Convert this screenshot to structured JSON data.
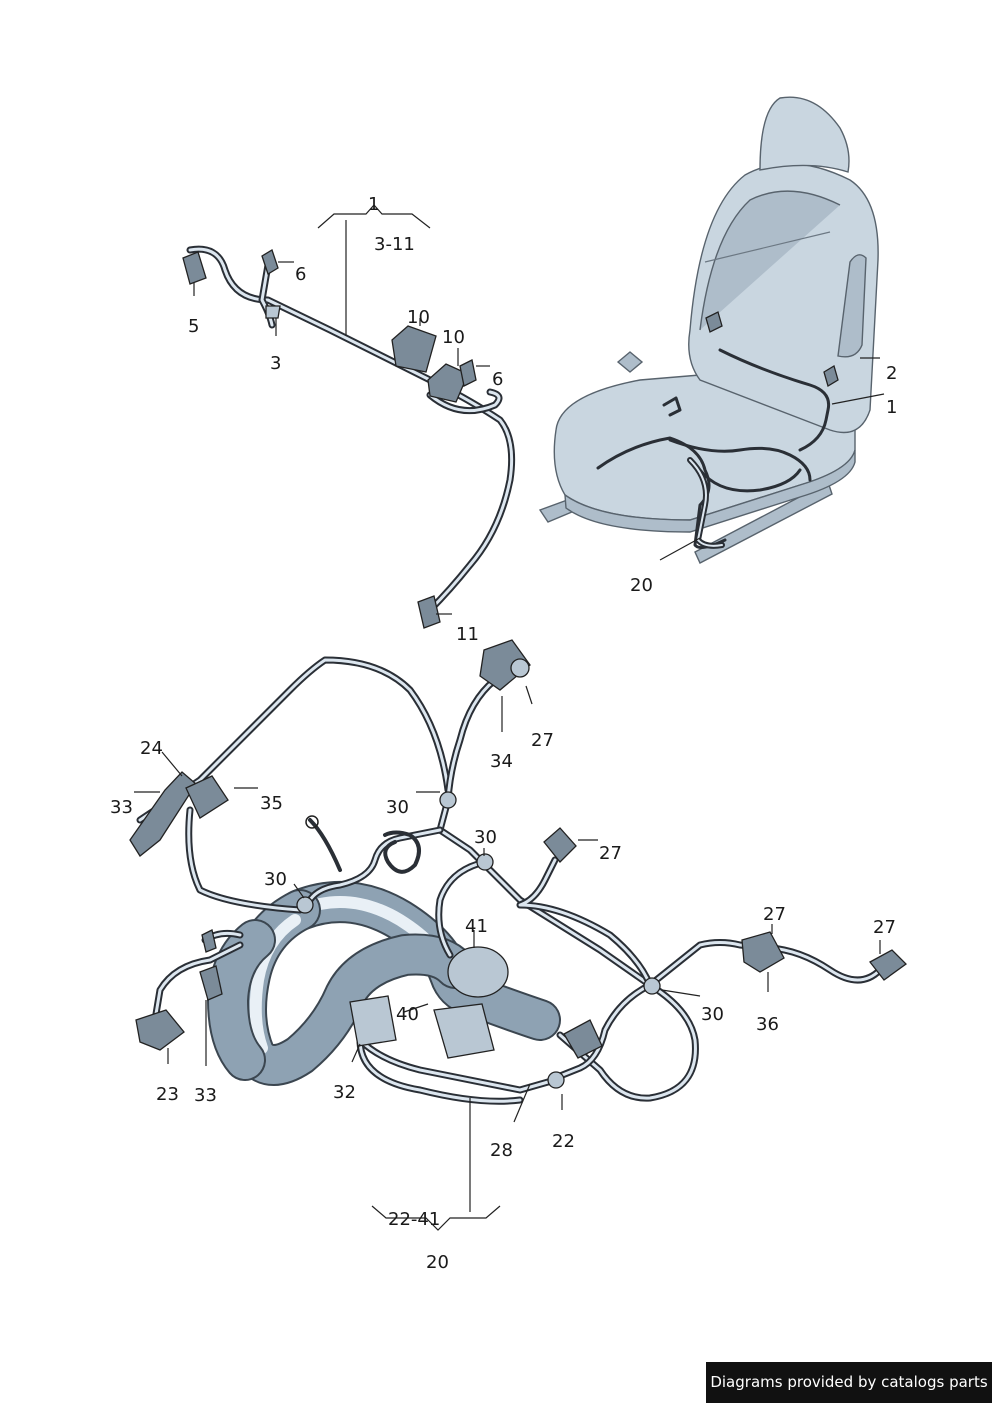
{
  "callouts": {
    "c1_top": "1",
    "c3_11": "3-11",
    "c5": "5",
    "c6a": "6",
    "c3": "3",
    "c10a": "10",
    "c10b": "10",
    "c6b": "6",
    "c11": "11",
    "c2": "2",
    "c1_seat": "1",
    "c20_seat": "20",
    "c24": "24",
    "c33a": "33",
    "c35": "35",
    "c27a": "27",
    "c34": "34",
    "c30a": "30",
    "c30b": "30",
    "c27b": "27",
    "c30c": "30",
    "c41": "41",
    "c27c": "27",
    "c27d": "27",
    "c30d": "30",
    "c36": "36",
    "c40": "40",
    "c23": "23",
    "c33b": "33",
    "c32": "32",
    "c28": "28",
    "c22": "22",
    "c22_41": "22-41",
    "c20_bottom": "20"
  },
  "footer": {
    "text": "Diagrams provided by catalogs parts"
  },
  "colors": {
    "wire": "#2a2f36",
    "seat": "#c9d6e0",
    "tube": "#8ea2b3",
    "footer_bg": "#111111"
  }
}
